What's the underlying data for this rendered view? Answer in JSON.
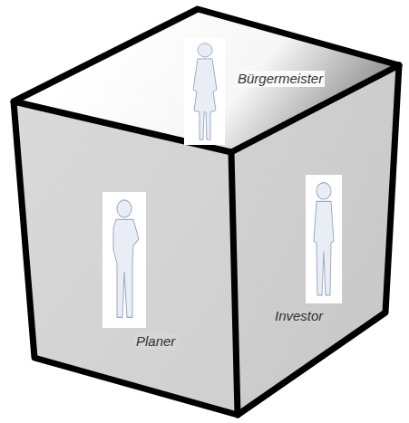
{
  "diagram": {
    "labels": [
      "Bürgermeister",
      "Planer",
      "Investor"
    ]
  }
}
